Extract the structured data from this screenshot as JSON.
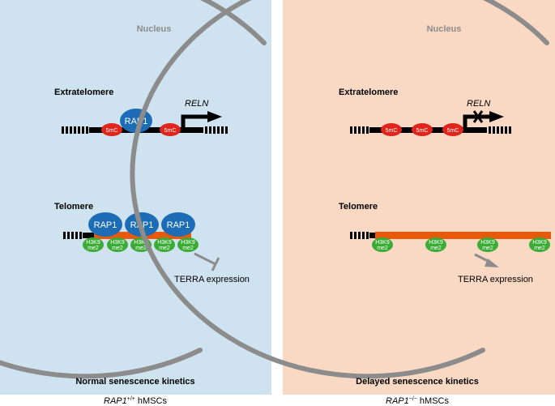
{
  "left_panel": {
    "background": "#cfe2ef",
    "nucleus_label": "Nucleus",
    "extratelomere_heading": "Extratelomere",
    "telomere_heading": "Telomere",
    "gene_label": "RELN",
    "rap1_label": "RAP1",
    "methyl_label": "5mC",
    "histone_line1": "H3K9",
    "histone_line2": "me2",
    "terra_label": "TERRA expression",
    "footer": "Normal senescence kinetics",
    "caption_gene": "RAP1",
    "caption_sup": "+/+",
    "caption_rest": " hMSCs"
  },
  "right_panel": {
    "background": "#f9d9c4",
    "nucleus_label": "Nucleus",
    "extratelomere_heading": "Extratelomere",
    "telomere_heading": "Telomere",
    "gene_label": "RELN",
    "methyl_label": "5mC",
    "histone_line1": "H3K9",
    "histone_line2": "me2",
    "terra_label": "TERRA expression",
    "footer": "Delayed senescence kinetics",
    "caption_gene": "RAP1",
    "caption_sup": "−/−",
    "caption_rest": " hMSCs"
  },
  "colors": {
    "rap1": "#1d6cb6",
    "methyl": "#e0261c",
    "histone": "#3aab35",
    "telomere": "#e8590c",
    "nucleus": "#8c8c8c",
    "dna": "#000000"
  }
}
